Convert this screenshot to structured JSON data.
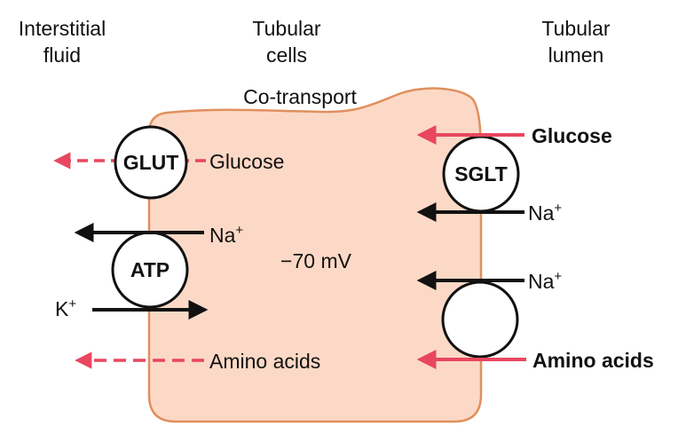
{
  "headers": {
    "interstitial": [
      "Interstitial",
      "fluid"
    ],
    "cells": [
      "Tubular",
      "cells"
    ],
    "lumen": [
      "Tubular",
      "lumen"
    ]
  },
  "cell_title": "Co-transport",
  "membrane_potential": "−70 mV",
  "basolateral": {
    "glut": {
      "channel": "GLUT",
      "substance": "Glucose"
    },
    "atp": {
      "channel": "ATP",
      "na": "Na",
      "na_charge": "+",
      "k": "K",
      "k_charge": "+"
    },
    "amino": {
      "substance": "Amino acids"
    }
  },
  "luminal": {
    "sglt": {
      "channel": "SGLT",
      "glucose": "Glucose",
      "na": "Na",
      "na_charge": "+"
    },
    "amino_carrier": {
      "channel": "",
      "na": "Na",
      "na_charge": "+",
      "amino": "Amino acids"
    }
  },
  "colors": {
    "cell_fill": "#fcd9c6",
    "cell_border": "#e0905e",
    "arrow_red": "#e8475f",
    "arrow_black": "#111111"
  }
}
